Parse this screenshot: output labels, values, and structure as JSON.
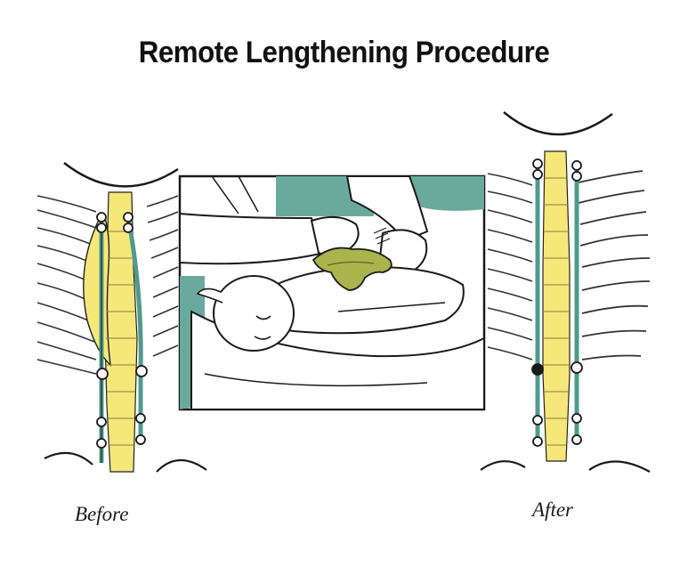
{
  "title": "Remote Lengthening Procedure",
  "labels": {
    "before": "Before",
    "after": "After"
  },
  "colors": {
    "spine_yellow": "#f5e77a",
    "rod_teal": "#4f9a8b",
    "panel_teal": "#6aaa9d",
    "device_green": "#a9b44c",
    "ink": "#1a1a1a"
  }
}
